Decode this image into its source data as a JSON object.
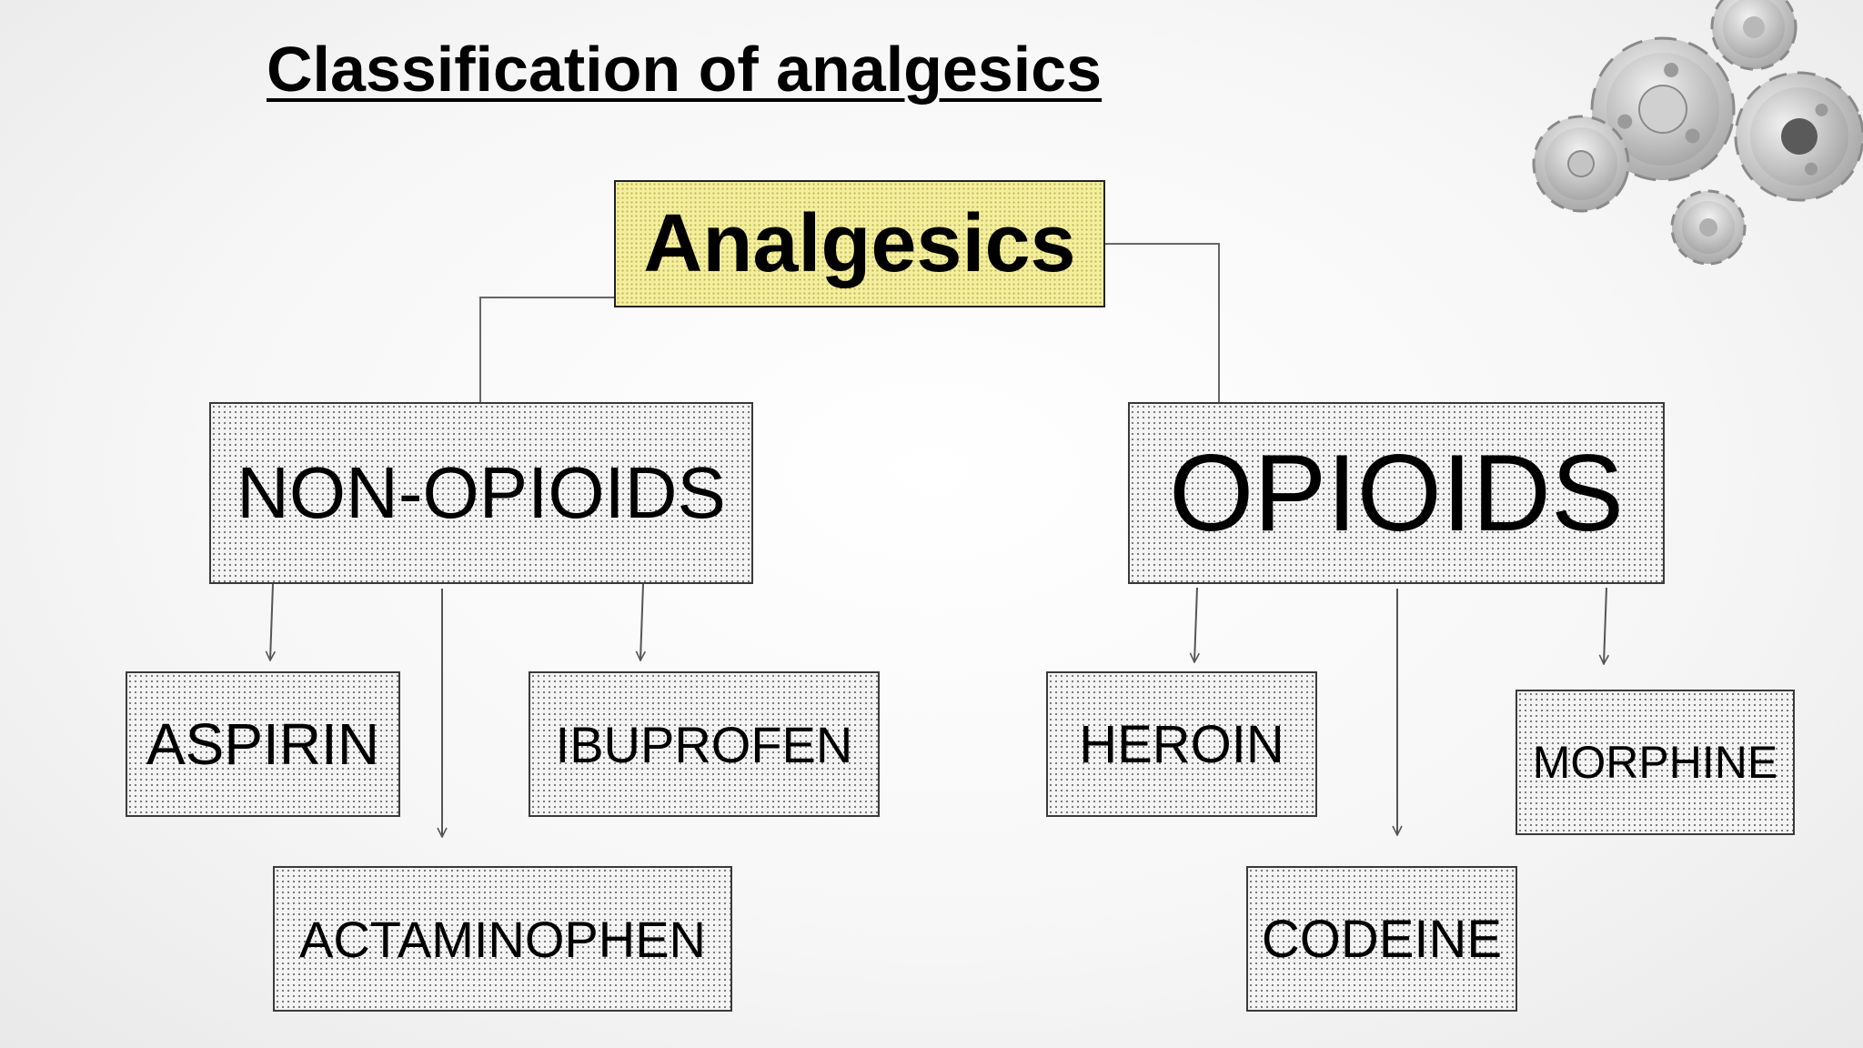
{
  "slide": {
    "title": "Classification of analgesics"
  },
  "diagram": {
    "root": "Analgesics",
    "categories": [
      {
        "label": "NON-OPIOIDS",
        "drugs": [
          "ASPIRIN",
          "ACTAMINOPHEN",
          "IBUPROFEN"
        ]
      },
      {
        "label": "OPIOIDS",
        "drugs": [
          "HEROIN",
          "CODEINE",
          "MORPHINE"
        ]
      }
    ]
  },
  "colors": {
    "root_fill": "#f4ef9c",
    "node_fill": "#f4f4f4",
    "border": "#3a3a3a",
    "connector": "#555555",
    "background": "#f7f7f7"
  },
  "decoration": {
    "icon": "gears-icon"
  }
}
